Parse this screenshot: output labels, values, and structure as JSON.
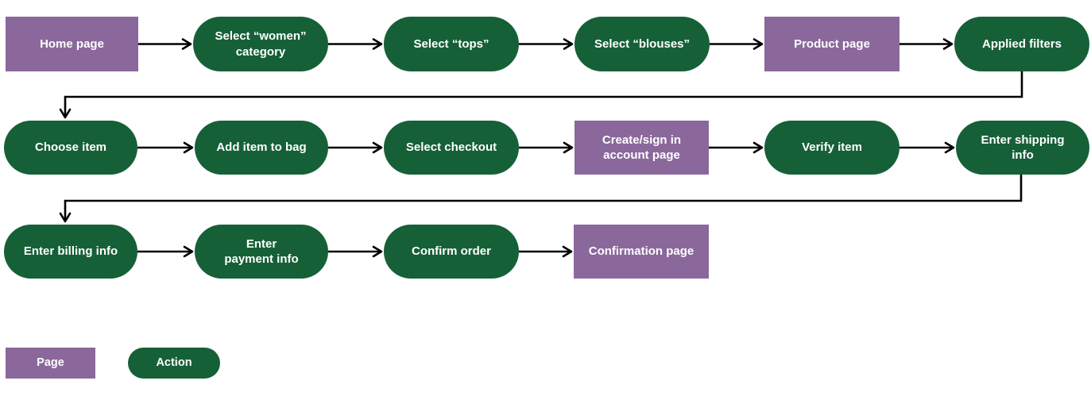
{
  "palette": {
    "page_fill": "#8b689c",
    "action_fill": "#166038",
    "label_text": "#ffffff",
    "connector": "#000000",
    "background": "#ffffff"
  },
  "flow": {
    "rows": [
      {
        "nodes": [
          {
            "type": "page",
            "label": "Home page"
          },
          {
            "type": "action",
            "label": "Select “women”\ncategory"
          },
          {
            "type": "action",
            "label": "Select “tops”"
          },
          {
            "type": "action",
            "label": "Select “blouses”"
          },
          {
            "type": "page",
            "label": "Product page"
          },
          {
            "type": "action",
            "label": "Applied filters"
          }
        ]
      },
      {
        "nodes": [
          {
            "type": "action",
            "label": "Choose item"
          },
          {
            "type": "action",
            "label": "Add item to bag"
          },
          {
            "type": "action",
            "label": "Select checkout"
          },
          {
            "type": "page",
            "label": "Create/sign in\naccount page"
          },
          {
            "type": "action",
            "label": "Verify item"
          },
          {
            "type": "action",
            "label": "Enter shipping\ninfo"
          }
        ]
      },
      {
        "nodes": [
          {
            "type": "action",
            "label": "Enter billing info"
          },
          {
            "type": "action",
            "label": "Enter\npayment info"
          },
          {
            "type": "action",
            "label": "Confirm order"
          },
          {
            "type": "page",
            "label": "Confirmation page"
          }
        ]
      }
    ]
  },
  "legend": {
    "page_label": "Page",
    "action_label": "Action"
  }
}
